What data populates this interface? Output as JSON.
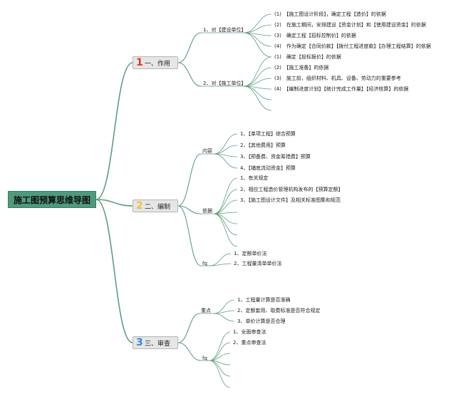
{
  "root": "施工图预算思维导图",
  "colors": {
    "link": "#5f9e7d",
    "root_bg": "#4e9a7c",
    "branch_bg": "#e6e6e6",
    "num1": "#e63322",
    "num2": "#f1c232",
    "num3": "#2f8ae5"
  },
  "branches": [
    {
      "num": "1",
      "label": "一、作用",
      "groups": [
        {
          "label": "1、对【建设单位】",
          "items": [
            "(1)　【施工图设计阶段】，确定工程【造价】的依据",
            "(2)　在施工期间，安排建设【资金计划】和【使用建设资金】的依据",
            "(3)　确定工程【招标控制价】的依据",
            "(4)　作为确定【合同价款】【拨付工程进度款】【办理工程结算】的依据"
          ]
        },
        {
          "label": "2、对【施工单位】",
          "items": [
            "(1)　确定【投标报价】的依据",
            "(2)　【施工准备】的依据",
            "(3)　施工前，组织材料、机具、设备、劳动力的重要参考",
            "(4)　【编制进度计划】【统计完成工作量】【经济核算】的依据"
          ]
        }
      ]
    },
    {
      "num": "2",
      "label": "二、编制",
      "groups": [
        {
          "label": "内容",
          "items": [
            "1、【单项工程】综合预算",
            "2、【其他费用】预算",
            "3、【预备费、资金筹措费】预算",
            "4、【铺底流动资金】预算"
          ]
        },
        {
          "label": "依据",
          "items": [
            "1、有关规定",
            "2、相应工程造价管理机构发布的【预算定额】",
            "3、【施工图设计文件】及相关标准图集和规范"
          ]
        },
        {
          "label": "fq",
          "items": [
            "1、定额单价法",
            "2、工程量清单单价法"
          ]
        }
      ]
    },
    {
      "num": "3",
      "label": "三、审查",
      "groups": [
        {
          "label": "重点",
          "items": [
            "1、工程量计算是否准确",
            "2、定额套用、取费标准是否符合规定",
            "3、单价计算是否合理"
          ]
        },
        {
          "label": "fq",
          "items": [
            "1、全面审查法",
            "2、重点审查法"
          ]
        }
      ]
    }
  ]
}
